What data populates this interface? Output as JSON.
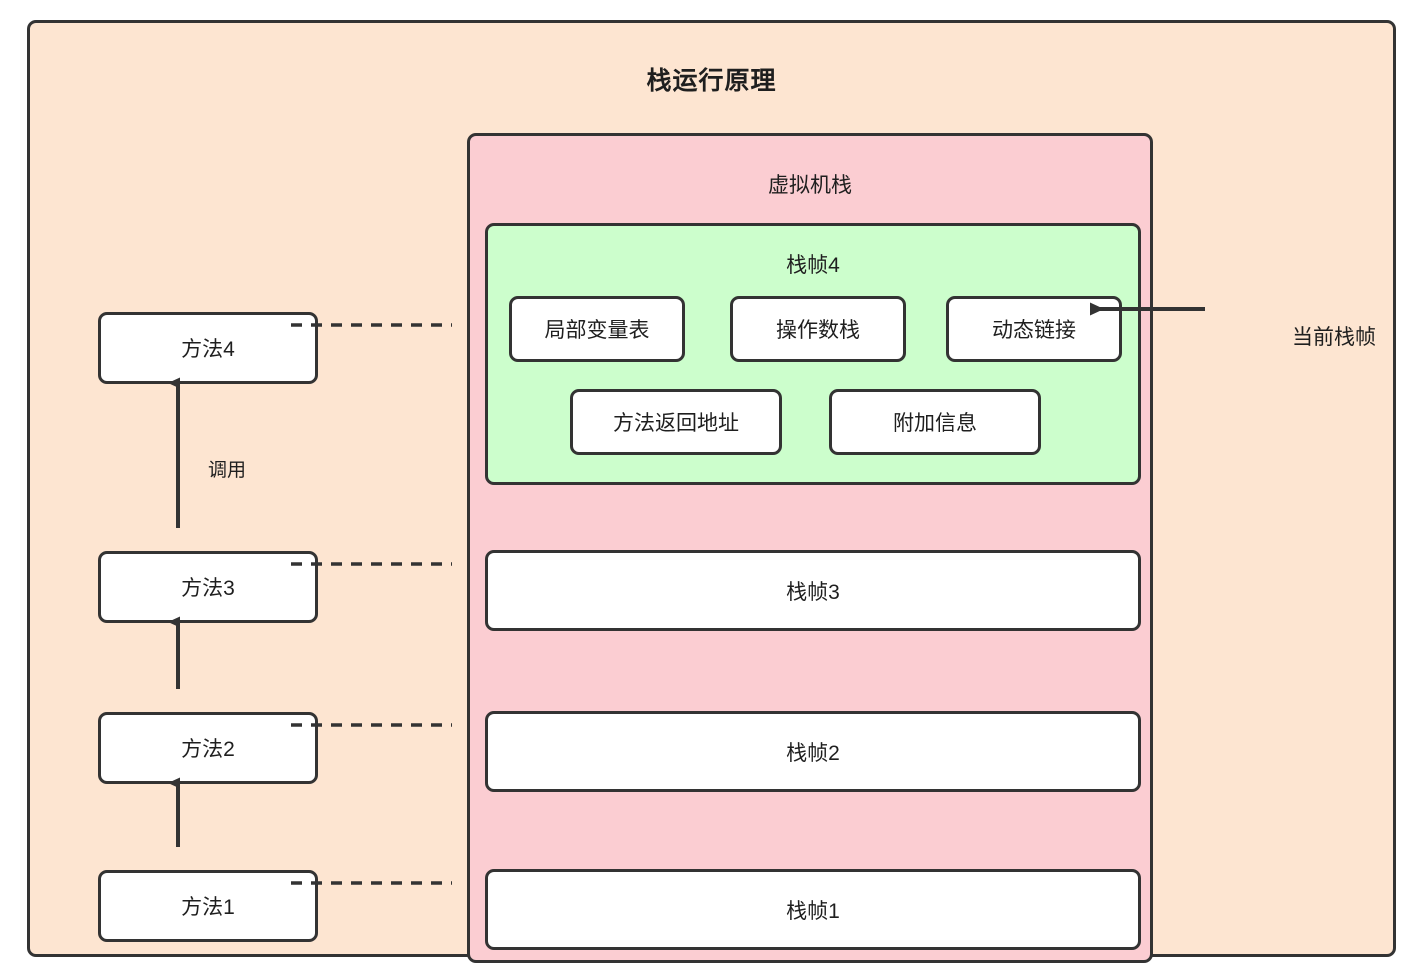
{
  "diagram": {
    "title": "栈运行原理",
    "background_color": "#fde5d1",
    "border_color": "#333333"
  },
  "vm_stack": {
    "title": "虚拟机栈",
    "background_color": "#fbcdd2"
  },
  "current_frame": {
    "title": "栈帧4",
    "background_color": "#ccfecc",
    "slots": [
      {
        "label": "局部变量表"
      },
      {
        "label": "操作数栈"
      },
      {
        "label": "动态链接"
      },
      {
        "label": "方法返回地址"
      },
      {
        "label": "附加信息"
      }
    ]
  },
  "stack_frames": [
    {
      "label": "栈帧3"
    },
    {
      "label": "栈帧2"
    },
    {
      "label": "栈帧1"
    }
  ],
  "methods": [
    {
      "label": "方法4"
    },
    {
      "label": "方法3"
    },
    {
      "label": "方法2"
    },
    {
      "label": "方法1"
    }
  ],
  "annotations": {
    "call_label": "调用",
    "current_frame_pointer": "当前栈帧"
  }
}
